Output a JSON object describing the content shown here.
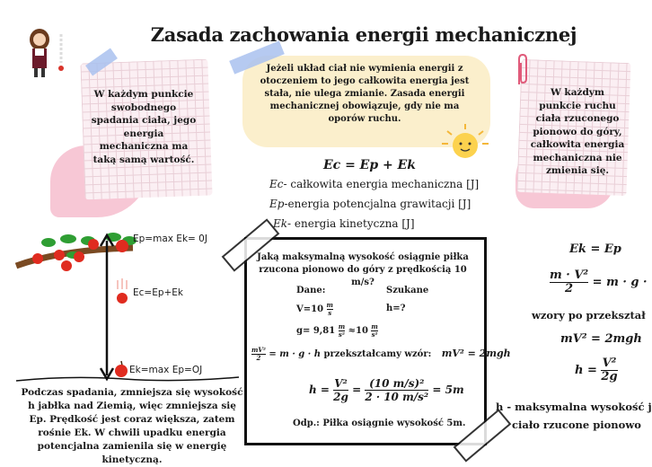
{
  "title": "Zasada zachowania energii mechanicznej",
  "left_note": "W każdym punkcie swobodnego spadania ciała, jego energia mechaniczna ma taką samą wartość.",
  "right_note": "W każdym punkcie ruchu ciała rzuconego pionowo do góry, całkowita energia mechaniczna nie zmienia się.",
  "center_note": "Jeżeli układ ciał nie wymienia energii z otoczeniem to jego całkowita energia jest stała, nie ulega zmianie. Zasada energii mechanicznej obowiązuje, gdy nie ma oporów ruchu.",
  "main_formula": "Ec = Ep + Ek",
  "legend": [
    {
      "sym": "Ec",
      "text": "- całkowita energia mechaniczna [J]"
    },
    {
      "sym": "Ep",
      "text": "-energia potencjalna grawitacji [J]"
    },
    {
      "sym": "Ek",
      "text": "- energia kinetyczna [J]"
    }
  ],
  "apple": {
    "top": "Ep=max  Ek= 0J",
    "mid": "Ec=Ep+Ek",
    "bottom": "Ek=max   Ep=OJ"
  },
  "fall_text": "Podczas spadania, zmniejsza się wysokość h jabłka nad Ziemią, więc zmniejsza się Ep. Prędkość jest coraz większa, zatem rośnie Ek. W chwili upadku energia potencjalna zamienila się w energię kinetyczną.",
  "problem": {
    "question": "Jaką maksymalną wysokość  osiągnie piłka rzucona pionowo do góry z prędkością 10 m/s?",
    "given_label": "Dane:",
    "find_label": "Szukane",
    "v_label": "V=10",
    "v_unit_num": "m",
    "v_unit_den": "s",
    "h_q": "h=?",
    "g_label": "g= 9,81",
    "g_unit_num": "m",
    "g_unit_den": "s²",
    "g_approx": "≈10",
    "step": "przekształcamy wzór:",
    "step_result": "mV² = 2mgh",
    "final_lhs": "h =",
    "final_rhs": "= 5m",
    "answer": "Odp.: Piłka osiągnie wysokość 5m."
  },
  "right_panel": {
    "eq1": "Ek = Ep",
    "eq2_rhs": "= m · g ·",
    "wzory": "wzory po przekształ",
    "eq3": "mV² = 2mgh",
    "eq4_lhs": "h =",
    "def1": "h - maksymalna wysokość j",
    "def2": "ciało rzucone pionowo"
  }
}
